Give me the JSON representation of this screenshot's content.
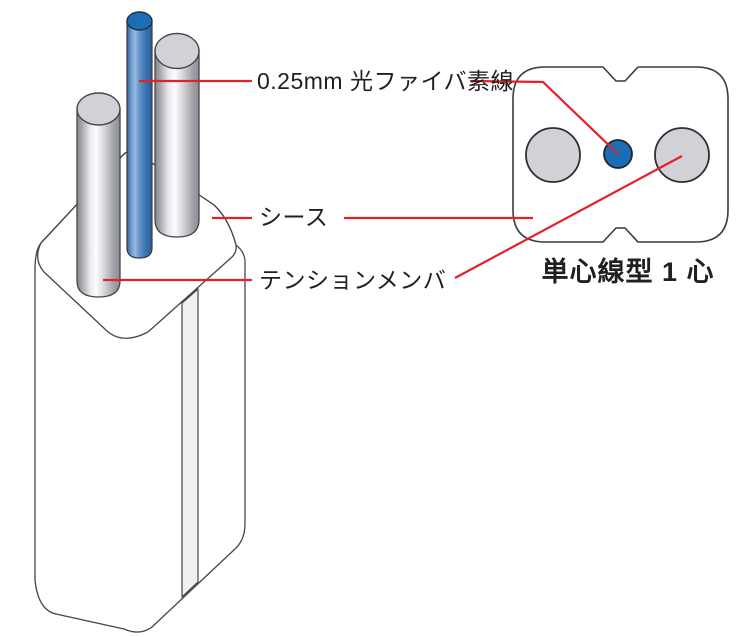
{
  "labels": {
    "fiber": "0.25mm 光ファイバ素線",
    "sheath": "シース",
    "tension_member": "テンションメンバ"
  },
  "cross_section": {
    "caption": "単心線型 1 心"
  },
  "colors": {
    "fiber_blue": "#1b6db6",
    "leader_line_red": "#e32128",
    "member_gray_fill": "#d2d2d6",
    "groove_gray": "#f0f0f3",
    "outline_dark": "#45454c",
    "background": "#ffffff"
  }
}
